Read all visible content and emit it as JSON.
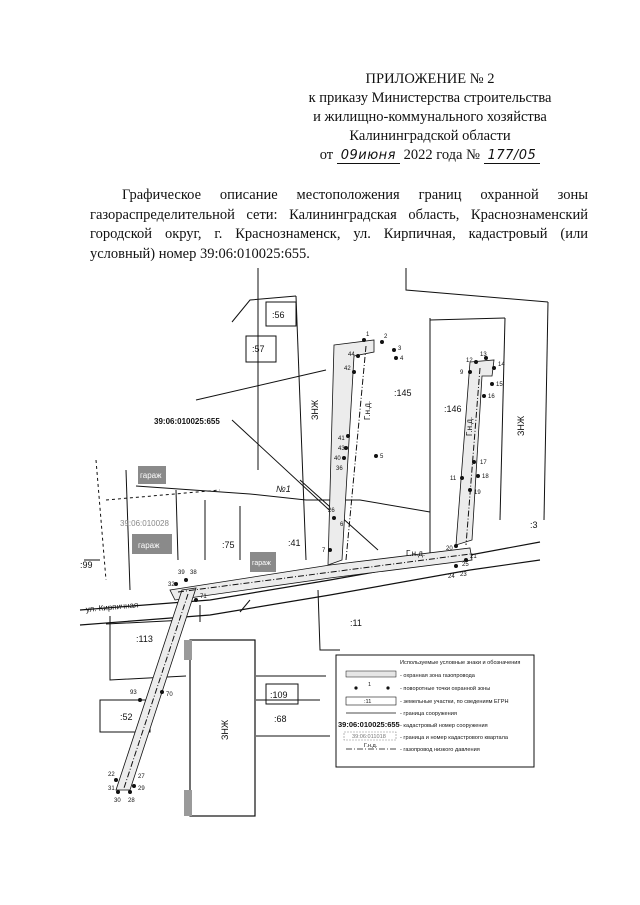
{
  "header": {
    "line1": "ПРИЛОЖЕНИЕ № 2",
    "line2": "к приказу Министерства строительства",
    "line3": "и жилищно-коммунального хозяйства",
    "line4": "Калининградской области",
    "prefix": "от",
    "date_handwritten": "09июня",
    "year_text": "2022 года №",
    "number_handwritten": "177/05"
  },
  "description": "Графическое описание местоположения границ охранной зоны газораспределительной сети: Калининградская область, Краснознаменский городской округ, г. Краснознаменск, ул. Кирпичная, кадастровый (или условный) номер 39:06:010025:655.",
  "map": {
    "cadastral_number": "39:06:010025:655",
    "street": "ул. Кирпичная",
    "parcels": {
      "p56": ":56",
      "p57": ":57",
      "p145": ":145",
      "p146": ":146",
      "p75": ":75",
      "p41": ":41",
      "p99": ":99",
      "p113": ":113",
      "p11": ":11",
      "p109": ":109",
      "p68": ":68",
      "p52": ":52",
      "p3": ":3"
    },
    "buildings": {
      "b1": "ЗНЖ",
      "b2": "ЗНЖ",
      "b3": "ЗНЖ"
    },
    "sheds": {
      "s1": "гараж",
      "s2": "гараж",
      "s3": "гараж"
    },
    "block_label": "39:06:010028",
    "zone_number": "№1",
    "pipe_label": "Г.н.д.",
    "points": {
      "n1": "1",
      "n2": "2",
      "n3": "3",
      "n4": "4",
      "n5": "5",
      "n6": "6",
      "n7": "7",
      "n9": "9",
      "n11": "11",
      "n12": "12",
      "n13": "13",
      "n14": "14",
      "n15": "15",
      "n16": "16",
      "n17": "17",
      "n18": "18",
      "n19": "19",
      "n20": "20",
      "n21": "21",
      "n22": "22",
      "n23": "23",
      "n24": "24",
      "n25": "25",
      "n26": "26",
      "n27": "27",
      "n28": "28",
      "n29": "29",
      "n30": "30",
      "n31": "31",
      "n32": "32",
      "n36": "36",
      "n38": "38",
      "n39": "39",
      "n40": "40",
      "n41": "41",
      "n42": "42",
      "n43": "43",
      "n44": "44",
      "n70": "70",
      "n71": "71",
      "n93": "93"
    }
  },
  "legend": {
    "title": "Используемые условные знаки и обозначения",
    "items": [
      {
        "label": "- охранная зона газопровода"
      },
      {
        "sample": "1",
        "label": "- поворотные точки охранной зоны"
      },
      {
        "sample": ":11",
        "label": "- земельные участки, по сведениям ЕГРН"
      },
      {
        "label": "- граница сооружения"
      },
      {
        "sample": "39:06:010025:655",
        "label": "- кадастровый номер сооружения"
      },
      {
        "sample": "39:06:011018",
        "label": "- граница и номер кадастрового квартала"
      },
      {
        "sample": "Г.н.д.",
        "label": "- газопровод низкого давления"
      }
    ]
  },
  "colors": {
    "ink": "#111111",
    "shed": "#8a8a8a",
    "zone": "#e6e6e6"
  }
}
